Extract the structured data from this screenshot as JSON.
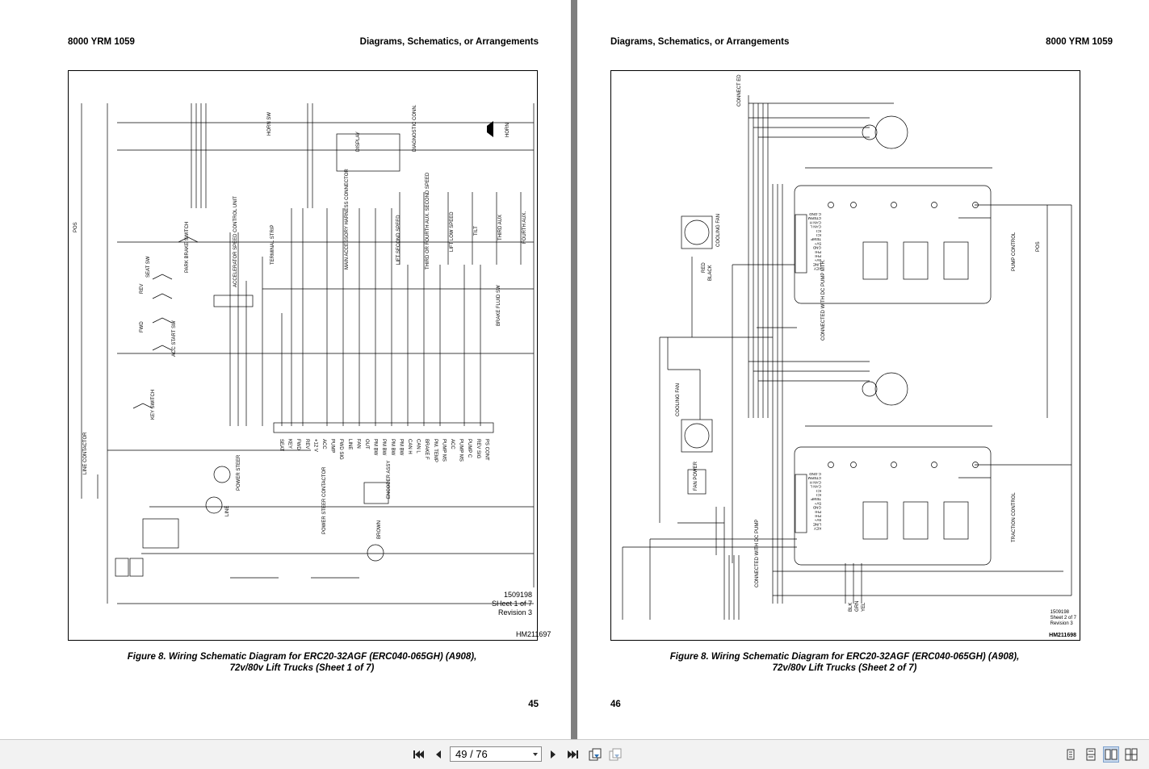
{
  "left_page": {
    "header_left": "8000 YRM 1059",
    "header_right": "Diagrams, Schematics, or Arrangements",
    "drawing_number": "1509198",
    "sheet": "SHeet 1 of 7",
    "revision": "Revision 3",
    "doc_id": "HM211697",
    "caption_line1": "Figure 8.  Wiring Schematic Diagram for ERC20-32AGF (ERC040-065GH) (A908),",
    "caption_line2": "72v/80v Lift Trucks (Sheet 1 of 7)",
    "page_number": "45",
    "labels": {
      "pos": "POS",
      "line_contactor": "LINE CONTACTOR",
      "horn_sw": "HORN SW",
      "display": "DISPLAY",
      "diag_conn": "DIAGNOSTIC CONN.",
      "horn": "HORN",
      "park_brake": "PARK BRAKE SWITCH",
      "seat_sw": "SEAT SW",
      "accel": "ACCELERATOR SPEED CONTROL UNIT",
      "terminal_strip": "TERMINAL STRIP",
      "main_harness": "MAIN ACCESSORY HARNESS CONNECTOR",
      "lift_second": "LIFT SECOND SPEED",
      "third_fourth": "THIRD OR FOURTH AUX. SECOND SPEED",
      "lift_low": "LIFT LOW SPEED",
      "tilt": "TILT",
      "third_aux": "THIRD AUX",
      "fourth_aux": "FOURTH AUX.",
      "brake_fluid": "BRAKE FLUID SW",
      "fwd": "FWD",
      "rev": "REV",
      "acc_start": "ACC START SW",
      "key_switch": "KEY SWITCH",
      "power_steer": "POWER STEER",
      "line": "LINE",
      "power_steer_contactor": "POWER STEER CONTACTOR",
      "encoder": "ENCODER ASSY",
      "brown": "BROWN",
      "pin_labels": [
        "SEAT",
        "KEY",
        "FWD",
        "REV",
        "+12 V",
        "ACC",
        "PUMP",
        "FWD SIG",
        "LINE",
        "FAN",
        "OUT",
        "PM BW",
        "PM BW",
        "PM BW",
        "PM BW",
        "CAN H",
        "CAN L",
        "BRAKE F",
        "PM. TEMP",
        "PUMP MS",
        "ACC",
        "PUMP MS",
        "PUMP C",
        "REV SIG",
        "PS CONT"
      ]
    }
  },
  "right_page": {
    "header_left": "Diagrams, Schematics, or Arrangements",
    "header_right": "8000 YRM 1059",
    "drawing_number": "1509198",
    "sheet": "Sheet 2 of 7",
    "revision": "Revision 3",
    "doc_id": "HM211698",
    "caption_line1": "Figure 8.  Wiring Schematic Diagram for ERC20-32AGF (ERC040-065GH) (A908),",
    "caption_line2": "72v/80v Lift Trucks (Sheet 2 of 7)",
    "page_number": "46",
    "labels": {
      "connect_ed": "CONNECT ED",
      "cooling_fan": "COOLING FAN",
      "cooling_fan2": "COOLING FAN",
      "pump_control": "PUMP CONTROL",
      "traction_control": "TRACTION CONTROL",
      "connected_pump_motor": "CONNECTED WITH DC PUMP MTR.",
      "connected_dc_pump": "CONNECTED WITH DC PUMP",
      "fan_power": "FAN POWER",
      "pos": "POS",
      "red": "RED",
      "black": "BLACK",
      "blk": "BLK",
      "grn": "GRN",
      "yel": "YEL",
      "pin_labels": [
        "C.GND",
        "CTERM",
        "CAN H",
        "CAN L",
        "ICI",
        "ICI",
        "TEMP",
        "5V+",
        "GND",
        "PHI",
        "PHI",
        "5V+",
        "LINE",
        "KEY"
      ]
    }
  },
  "toolbar": {
    "page_value": "49 / 76",
    "icons": [
      "first-page-icon",
      "previous-page-icon",
      "next-page-icon",
      "last-page-icon",
      "copy-pages-icon",
      "paste-pages-icon",
      "single-page-view-icon",
      "continuous-view-icon",
      "facing-pages-view-icon",
      "continuous-facing-view-icon"
    ]
  }
}
